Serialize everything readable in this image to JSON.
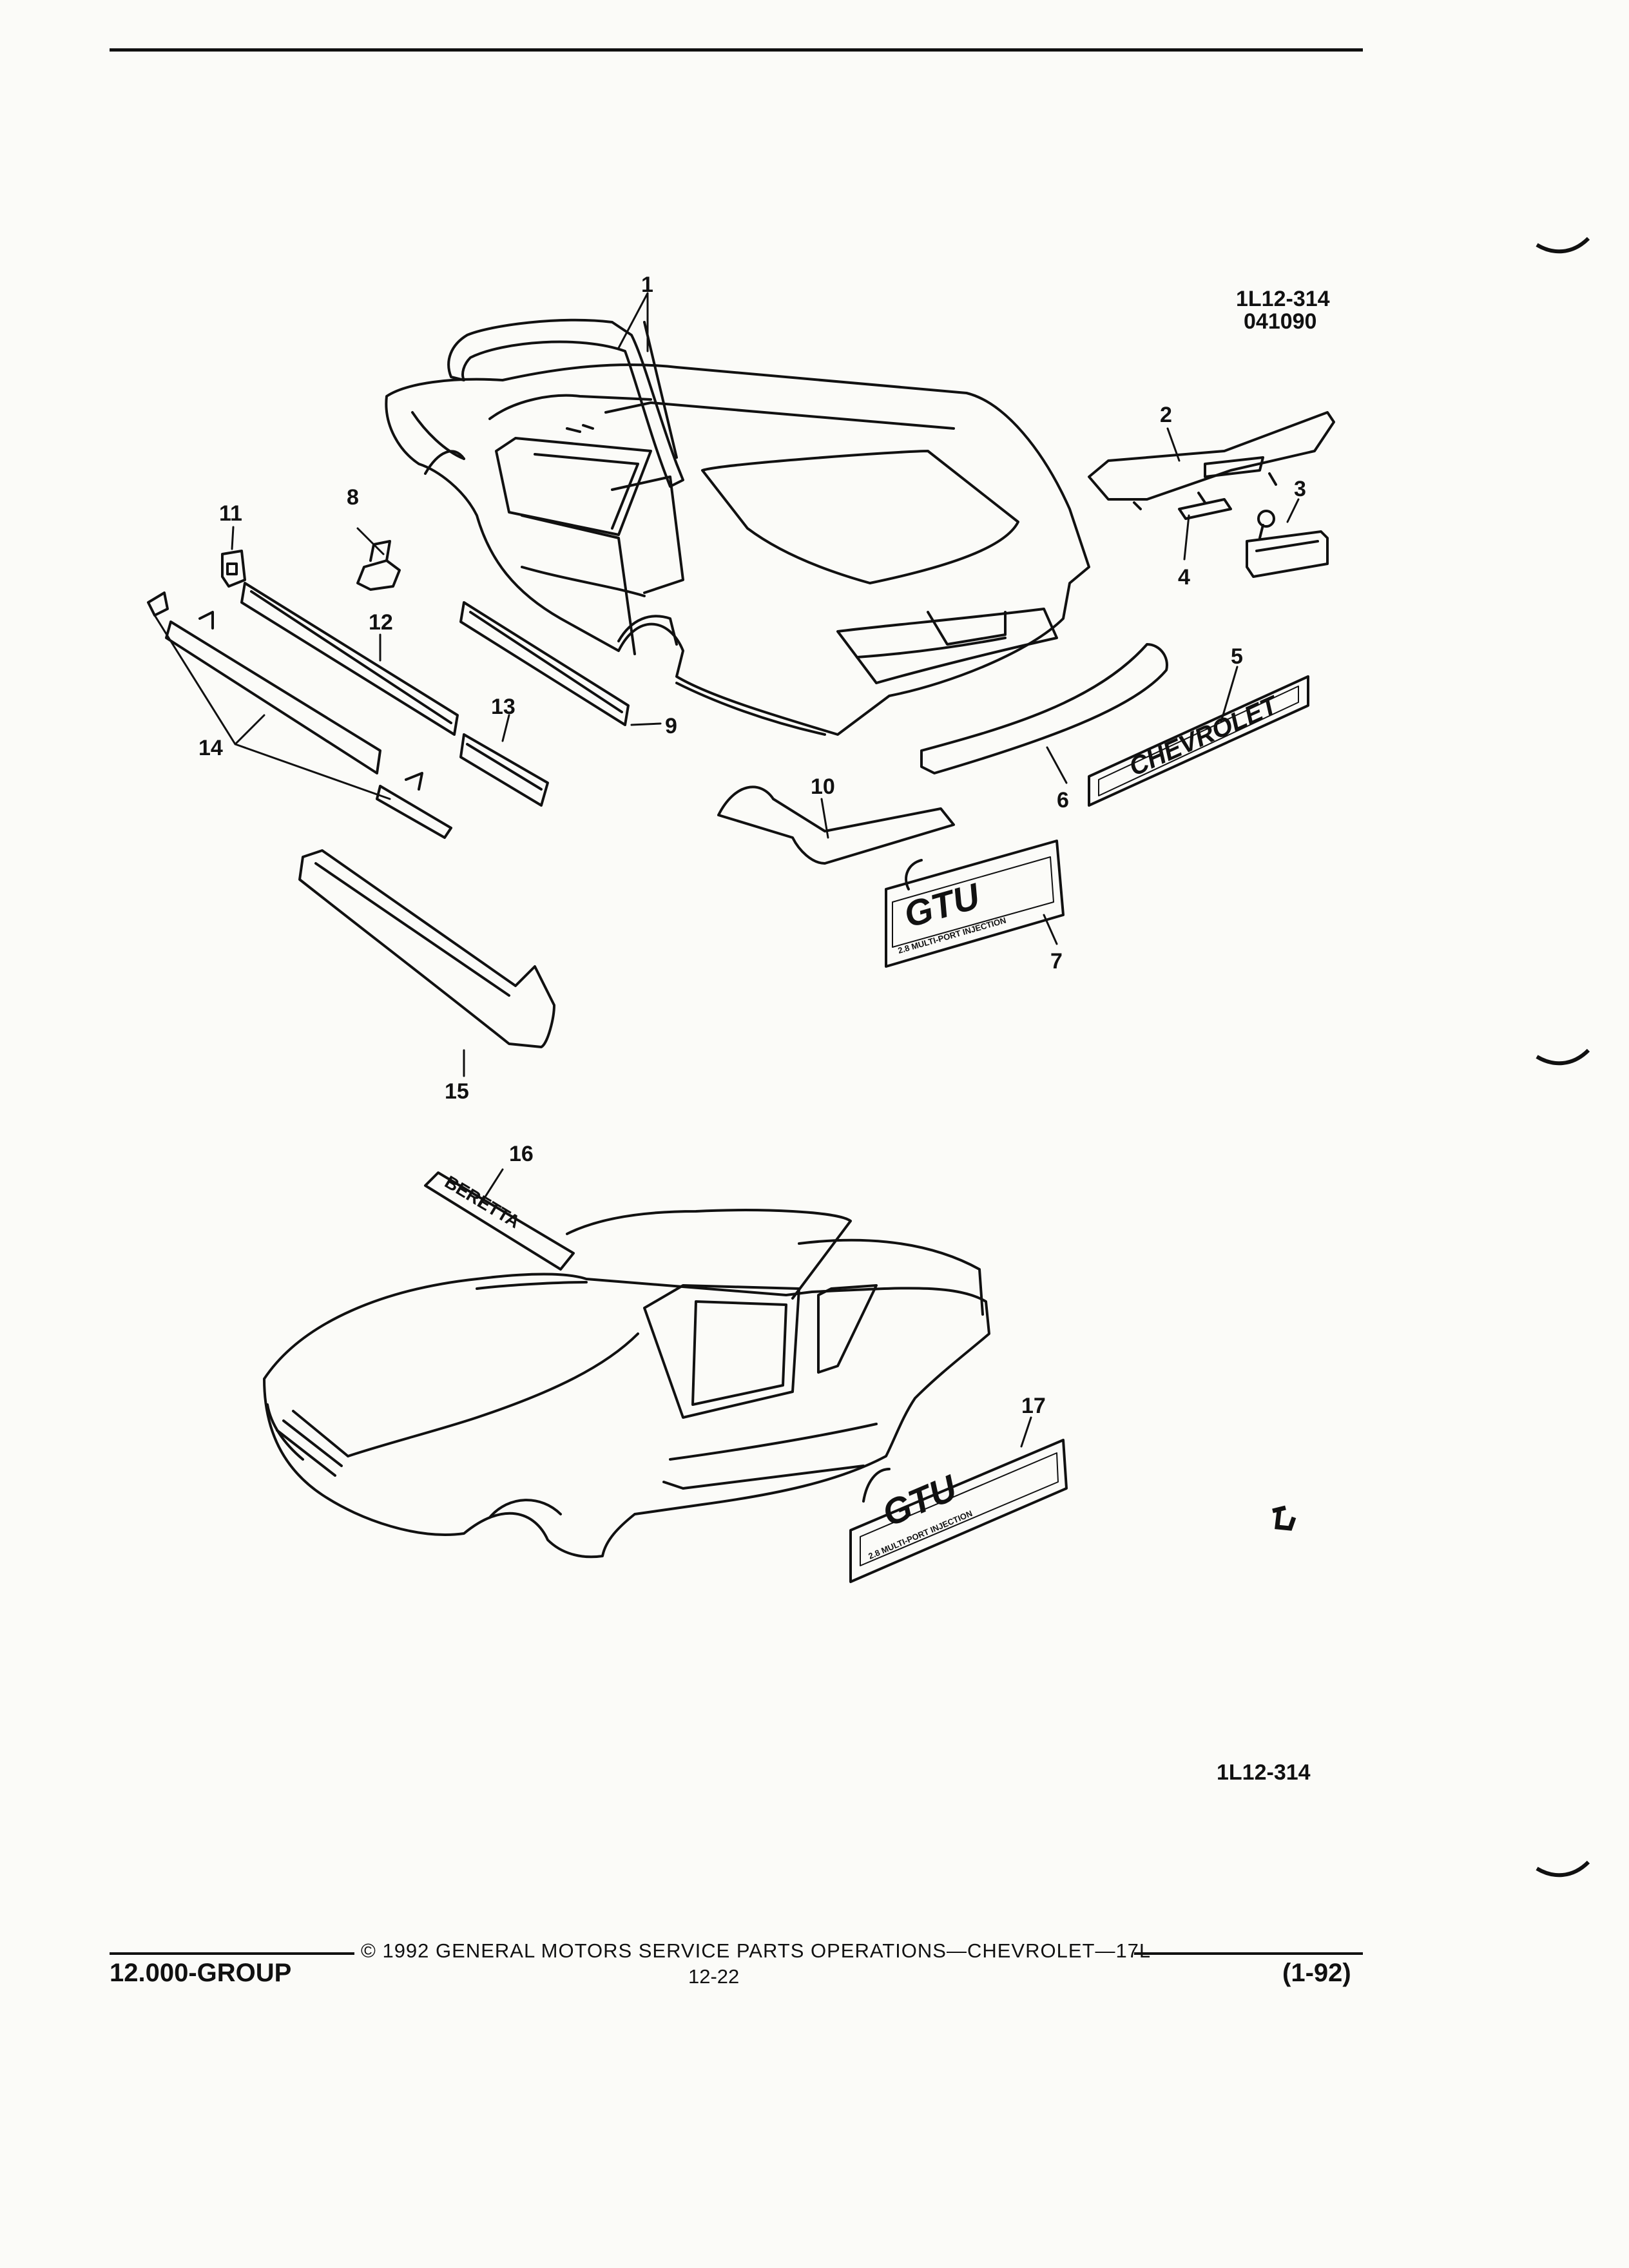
{
  "reference": {
    "code": "1L12-314",
    "date_code": "041090",
    "bottom_code": "1L12-314"
  },
  "callouts": [
    "1",
    "2",
    "3",
    "4",
    "5",
    "6",
    "7",
    "8",
    "9",
    "10",
    "11",
    "12",
    "13",
    "14",
    "15",
    "16",
    "17"
  ],
  "emblems": {
    "chevrolet": "CHEVROLET",
    "gtu_rear": "GTU",
    "gtu_rear_sub": "2.8 MULTI-PORT INJECTION",
    "beretta": "BERETTA",
    "gtu_side": "GTU",
    "gtu_side_sub": "2.8 MULTI-PORT INJECTION"
  },
  "footer": {
    "copyright": "© 1992 GENERAL MOTORS SERVICE PARTS OPERATIONS—CHEVROLET—17L",
    "group": "12.000-GROUP",
    "page": "12-22",
    "date": "(1-92)"
  }
}
